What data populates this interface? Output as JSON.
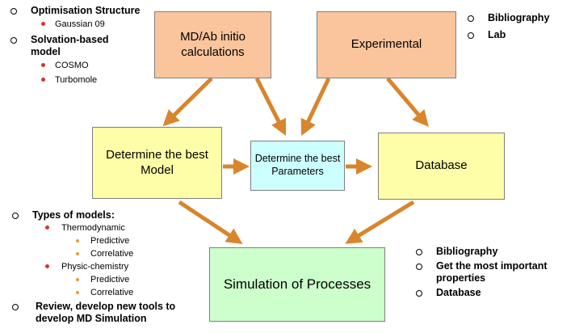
{
  "boxes": {
    "md_ab": "MD/Ab initio calculations",
    "experimental": "Experimental",
    "best_model": "Determine the best Model",
    "best_params": "Determine the best Parameters",
    "database": "Database",
    "simulation": "Simulation of Processes"
  },
  "top_left": {
    "opt": "Optimisation Structure",
    "gaussian": "Gaussian 09",
    "solvation": "Solvation-based model",
    "cosmo": "COSMO",
    "turbomole": "Turbomole"
  },
  "top_right": {
    "bibliography": "Bibliography",
    "lab": "Lab"
  },
  "bottom_left": {
    "types": "Types of models:",
    "thermo": "Thermodynamic",
    "predictive1": "Predictive",
    "correlative1": "Correlative",
    "physchem": "Physic-chemistry",
    "predictive2": "Predictive",
    "correlative2": "Correlative",
    "review": "Review, develop new tools to develop MD Simulation"
  },
  "bottom_right": {
    "bibliography": "Bibliography",
    "properties": "Get the most important properties",
    "database": "Database"
  },
  "colors": {
    "arrow": "#d9852c",
    "orange_box": "#fac59c",
    "yellow_box": "#fefea8",
    "cyan_box": "#ccffff",
    "green_box": "#ccffcc"
  }
}
